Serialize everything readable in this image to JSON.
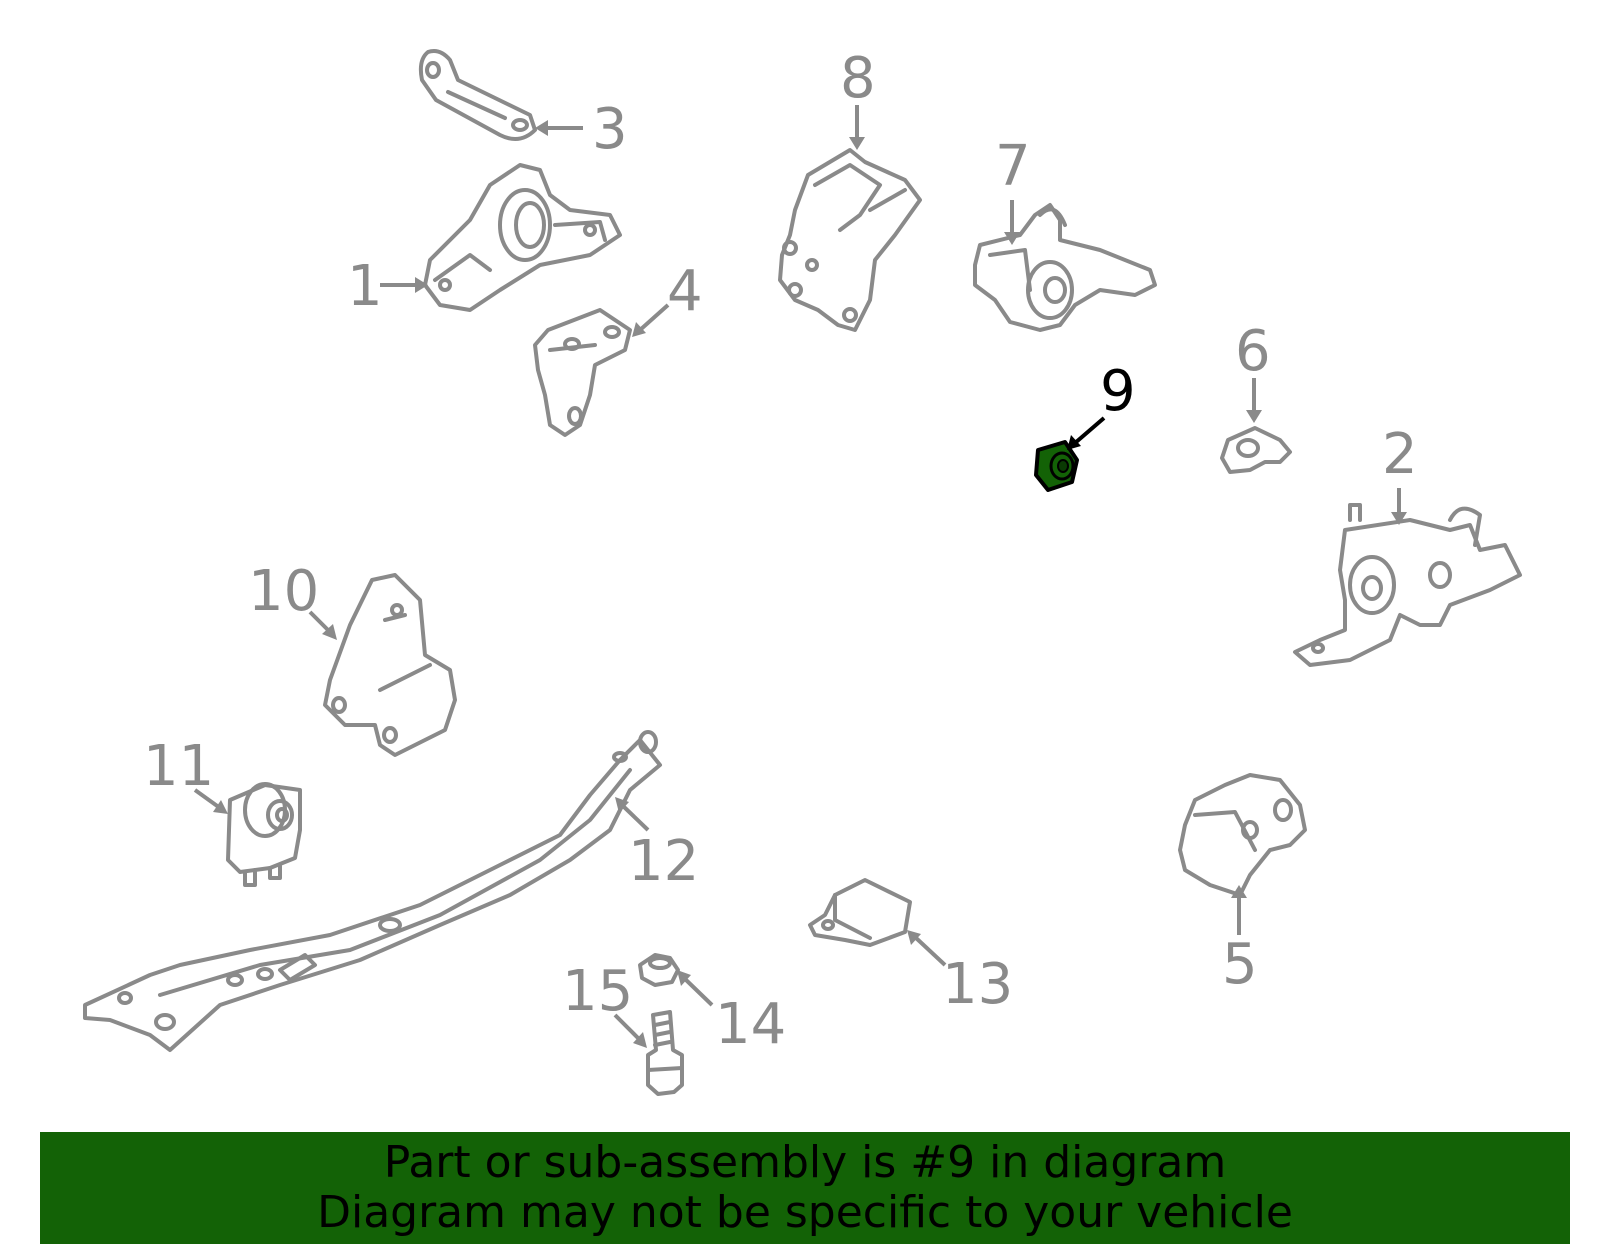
{
  "callouts": {
    "c1": "1",
    "c2": "2",
    "c3": "3",
    "c4": "4",
    "c5": "5",
    "c6": "6",
    "c7": "7",
    "c8": "8",
    "c9": "9",
    "c10": "10",
    "c11": "11",
    "c12": "12",
    "c13": "13",
    "c14": "14",
    "c15": "15"
  },
  "highlighted_part": "9",
  "colors": {
    "part_outline": "#8a8a8a",
    "highlight_fill": "#136206",
    "banner_background": "#136206",
    "banner_text": "#000000"
  },
  "banner": {
    "line1": "Part or sub-assembly is #9 in diagram",
    "line2": "Diagram may not be specific to your vehicle"
  }
}
